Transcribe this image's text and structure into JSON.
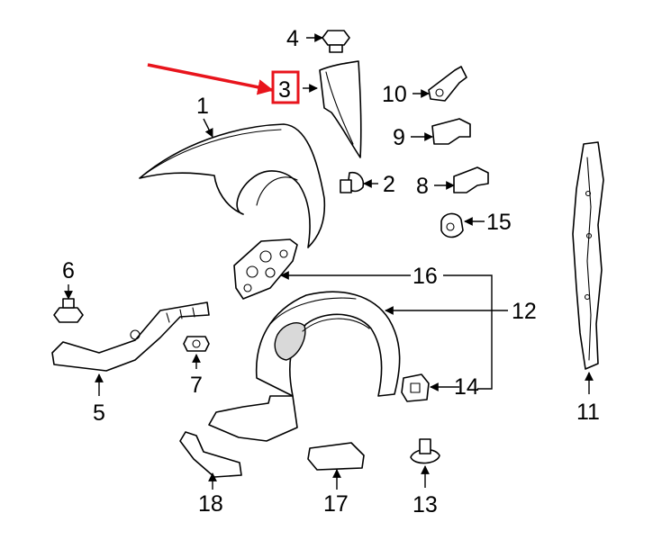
{
  "callouts": {
    "n1": "1",
    "n2": "2",
    "n3": "3",
    "n4": "4",
    "n5": "5",
    "n6": "6",
    "n7": "7",
    "n8": "8",
    "n9": "9",
    "n10": "10",
    "n11": "11",
    "n12": "12",
    "n13": "13",
    "n14": "14",
    "n15": "15",
    "n16": "16",
    "n17": "17",
    "n18": "18"
  },
  "highlight": {
    "callout": "3",
    "color": "#e8141c"
  },
  "colors": {
    "line": "#000000",
    "background": "#ffffff"
  }
}
